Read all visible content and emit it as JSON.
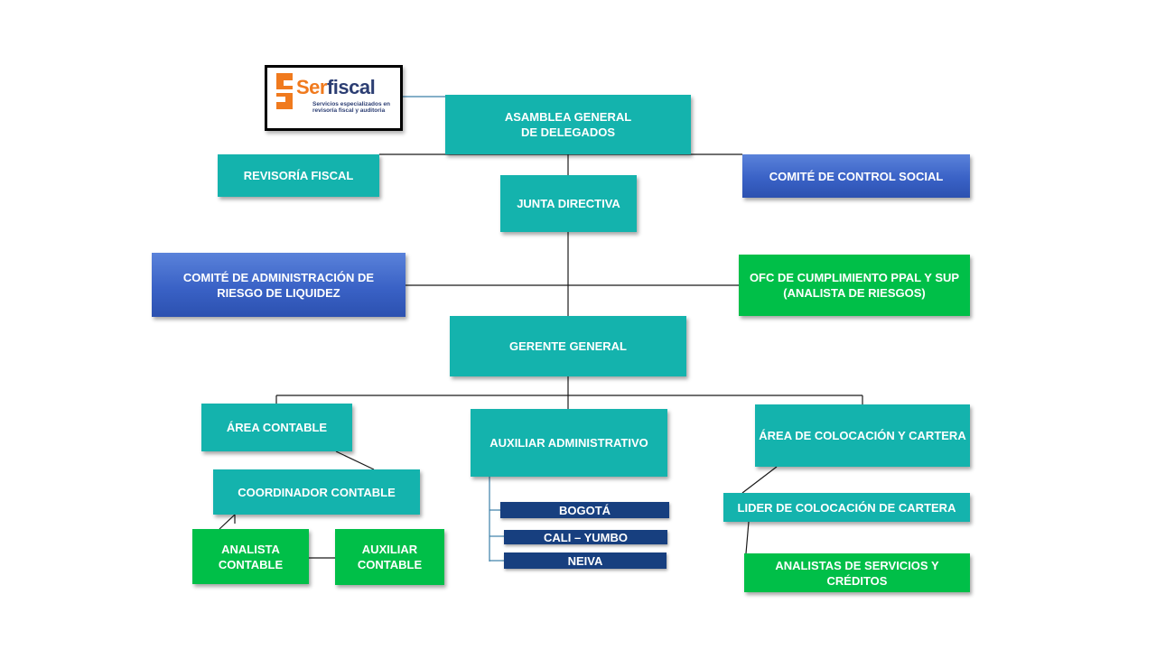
{
  "logo": {
    "brand_part1": "Ser",
    "brand_part2": "fiscal",
    "tagline": "Servicios especializados en revisoría fiscal y auditoria"
  },
  "nodes": {
    "asamblea": "ASAMBLEA GENERAL\nDE DELEGADOS",
    "revisoria": "REVISORÍA  FISCAL",
    "comite_control": "COMITÉ DE CONTROL SOCIAL",
    "junta": "JUNTA DIRECTIVA",
    "comite_riesgo": "COMITÉ DE ADMINISTRACIÓN  DE\nRIESGO DE LIQUIDEZ",
    "ofc": "OFC DE CUMPLIMIENTO  PPAL Y SUP\n(ANALISTA DE RIESGOS)",
    "gerente": "GERENTE  GENERAL",
    "area_contable": "ÁREA CONTABLE",
    "auxiliar_admin": "AUXILIAR ADMINISTRATIVO",
    "area_colocacion": "ÁREA DE COLOCACIÓN Y CARTERA",
    "coordinador": "COORDINADOR CONTABLE",
    "analista_contable": "ANALISTA\nCONTABLE",
    "auxiliar_contable": "AUXILIAR\nCONTABLE",
    "bogota": "BOGOTÁ",
    "cali": "CALI – YUMBO",
    "neiva": "NEIVA",
    "lider": "LIDER DE COLOCACIÓN DE CARTERA",
    "analistas": "ANALISTAS DE SERVICIOS  Y\nCRÉDITOS"
  },
  "colors": {
    "teal": "#14b3ad",
    "blue": "#3a62c6",
    "green": "#00bf48",
    "navy": "#173f7f",
    "logo_orange": "#f07a1e",
    "logo_navy": "#2c3e73"
  }
}
